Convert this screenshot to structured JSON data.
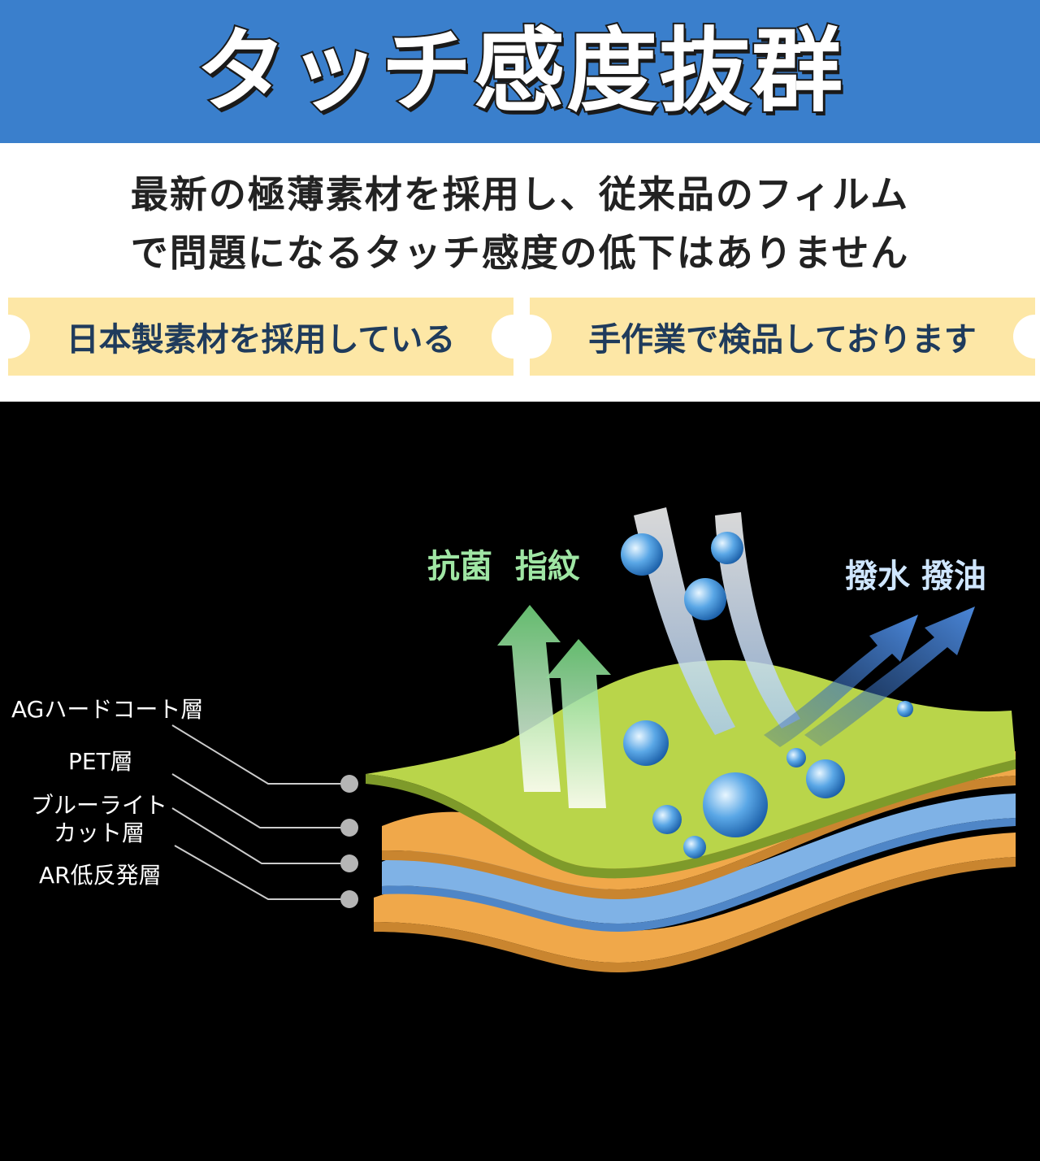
{
  "header": {
    "title": "タッチ感度抜群"
  },
  "description": {
    "line1": "最新の極薄素材を採用し、従来品のフィルム",
    "line2": "で問題になるタッチ感度の低下はありません"
  },
  "badges": [
    {
      "label": "日本製素材を採用している"
    },
    {
      "label": "手作業で検品しております"
    }
  ],
  "layers": [
    {
      "label": "AGハードコート層"
    },
    {
      "label": "PET層"
    },
    {
      "label": "ブルーライト\nカット層"
    },
    {
      "label": "AR低反発層"
    }
  ],
  "features": {
    "antibacterial": "抗菌  指紋",
    "repellent": "撥水 撥油"
  },
  "colors": {
    "banner": "#3a7fcc",
    "ribbon": "#fde7a6",
    "green_layer": "#b9d54a",
    "orange_layer": "#f0a84a",
    "blue_layer": "#7fb2e6",
    "feature_green": "#9fe6a4",
    "feature_blue": "#cfe6ff"
  }
}
